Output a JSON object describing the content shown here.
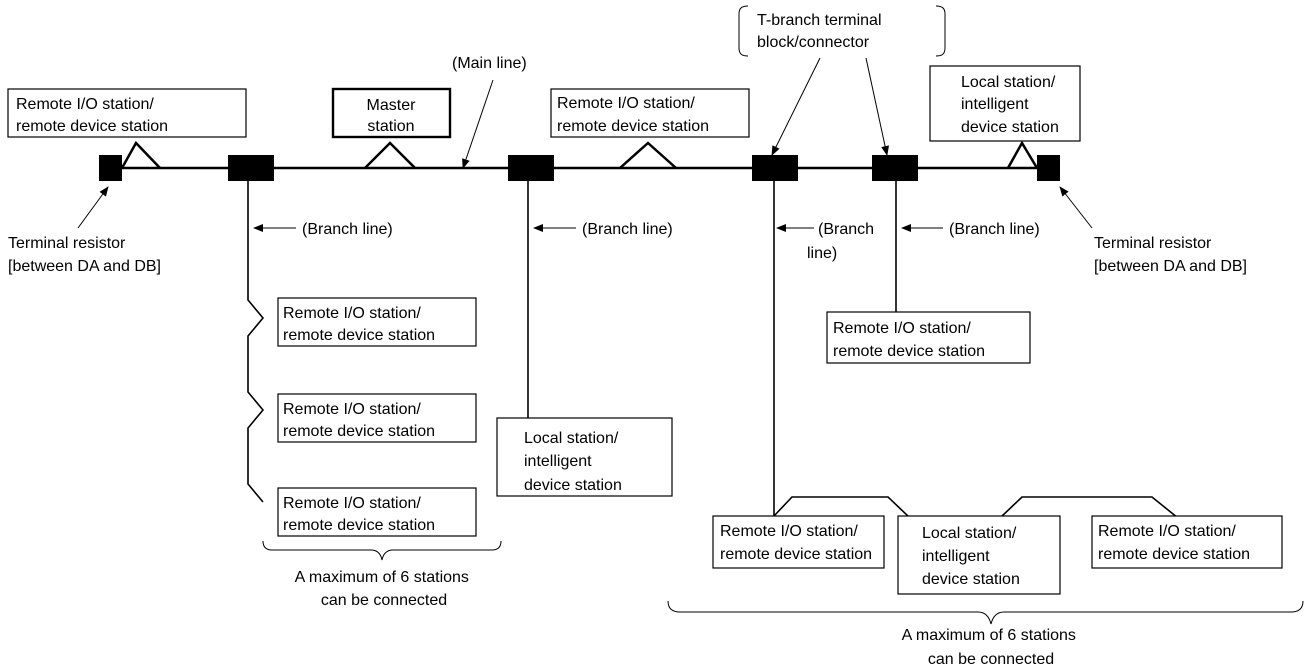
{
  "labels": {
    "tbranch_callout": [
      "T-branch terminal",
      "block/connector"
    ],
    "main_line": "(Main line)",
    "branch_line": "(Branch line)",
    "branch_line_split": [
      "(Branch",
      "line)"
    ],
    "terminal_resistor": [
      "Terminal resistor",
      "[between DA and DB]"
    ],
    "max_note": [
      "A maximum of 6 stations",
      "can be connected"
    ]
  },
  "stations": {
    "remote": [
      "Remote I/O station/",
      "remote device station"
    ],
    "local": [
      "Local station/",
      "intelligent",
      "device station"
    ],
    "master": [
      "Master",
      "station"
    ]
  }
}
